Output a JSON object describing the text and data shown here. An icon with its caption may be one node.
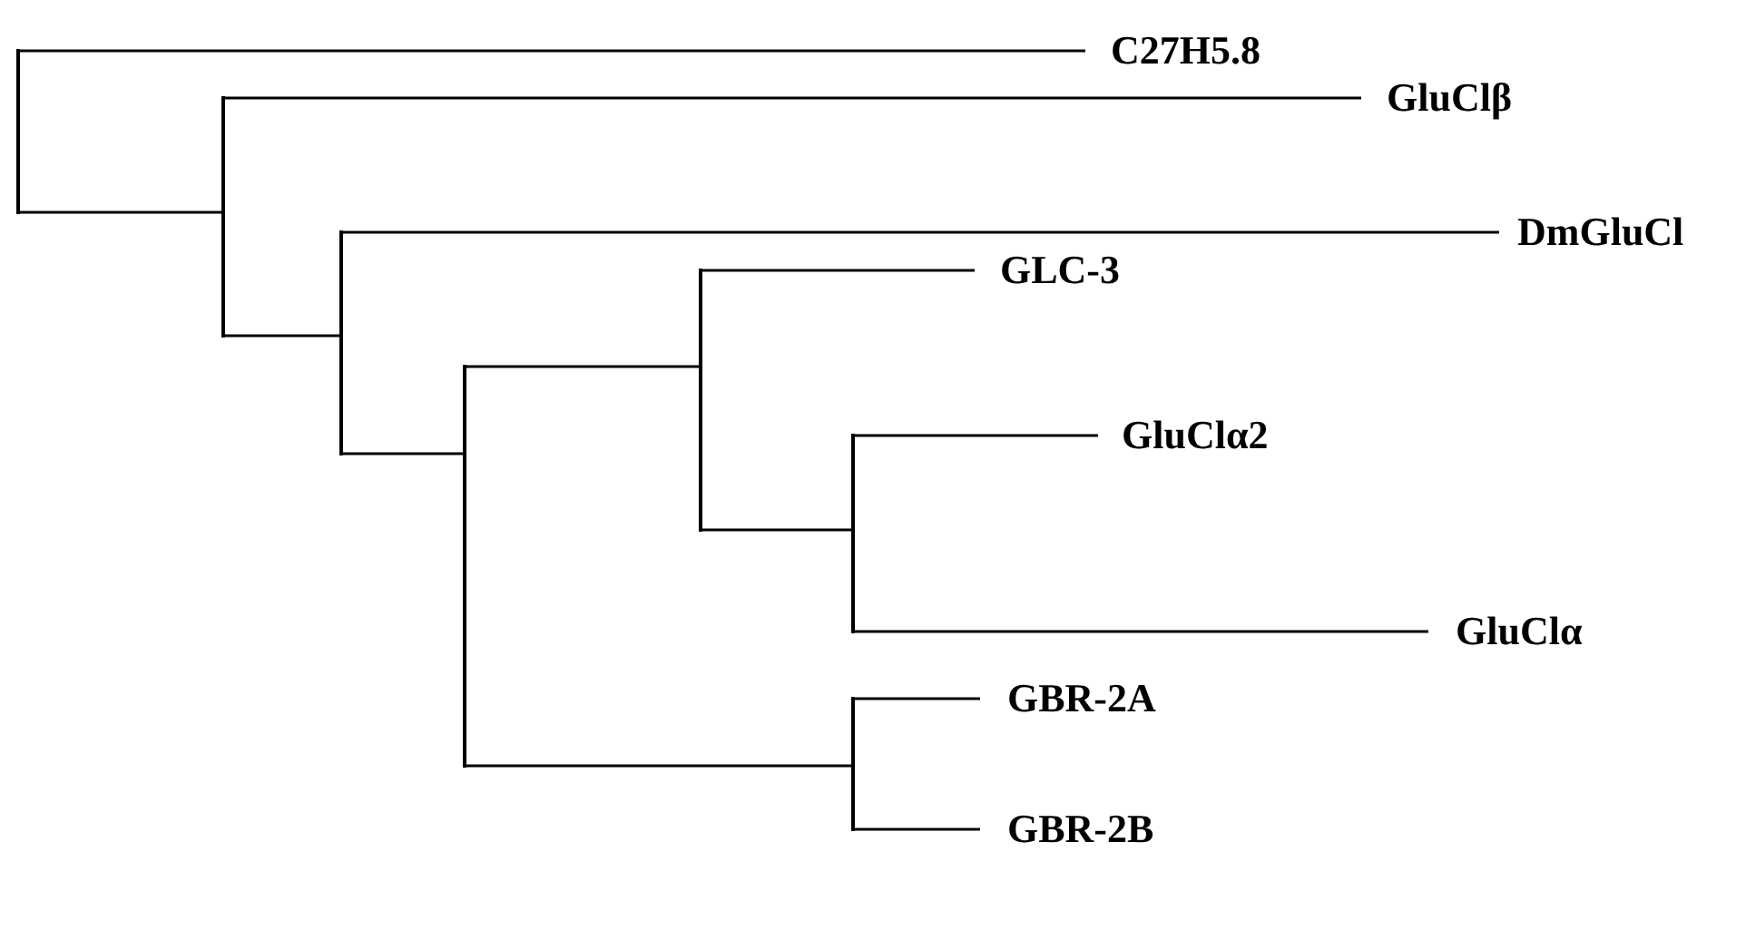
{
  "diagram": {
    "nodes": [
      {
        "text": [],
        "shape": "bar"
      },
      {
        "text": [
          "C27H5.8"
        ]
      },
      {
        "text": [],
        "shape": "bar"
      },
      {
        "text": [
          "GluClβ"
        ]
      },
      {
        "text": [],
        "shape": "bar"
      },
      {
        "text": [
          "DmGluCl"
        ]
      },
      {
        "text": [],
        "shape": "bar"
      },
      {
        "text": [],
        "shape": "bar"
      },
      {
        "text": [
          "GLC-3"
        ]
      },
      {
        "text": [],
        "shape": "bar"
      },
      {
        "text": [
          "GluClα2"
        ]
      },
      {
        "text": [
          "GluClα"
        ]
      },
      {
        "text": [],
        "shape": "bar"
      },
      {
        "text": [
          "GBR-2A"
        ]
      },
      {
        "text": [
          "GBR-2B"
        ]
      }
    ],
    "edges": [
      {
        "from": 0,
        "to": 1,
        "arrow": "none"
      },
      {
        "from": 0,
        "to": 2,
        "arrow": "none"
      },
      {
        "from": 2,
        "to": 3,
        "arrow": "none"
      },
      {
        "from": 2,
        "to": 4,
        "arrow": "none"
      },
      {
        "from": 4,
        "to": 5,
        "arrow": "none"
      },
      {
        "from": 4,
        "to": 6,
        "arrow": "none"
      },
      {
        "from": 6,
        "to": 7,
        "arrow": "none"
      },
      {
        "from": 6,
        "to": 12,
        "arrow": "none"
      },
      {
        "from": 7,
        "to": 8,
        "arrow": "none"
      },
      {
        "from": 7,
        "to": 9,
        "arrow": "none"
      },
      {
        "from": 9,
        "to": 10,
        "arrow": "none"
      },
      {
        "from": 9,
        "to": 11,
        "arrow": "none"
      },
      {
        "from": 12,
        "to": 13,
        "arrow": "none"
      },
      {
        "from": 12,
        "to": 14,
        "arrow": "none"
      }
    ]
  }
}
